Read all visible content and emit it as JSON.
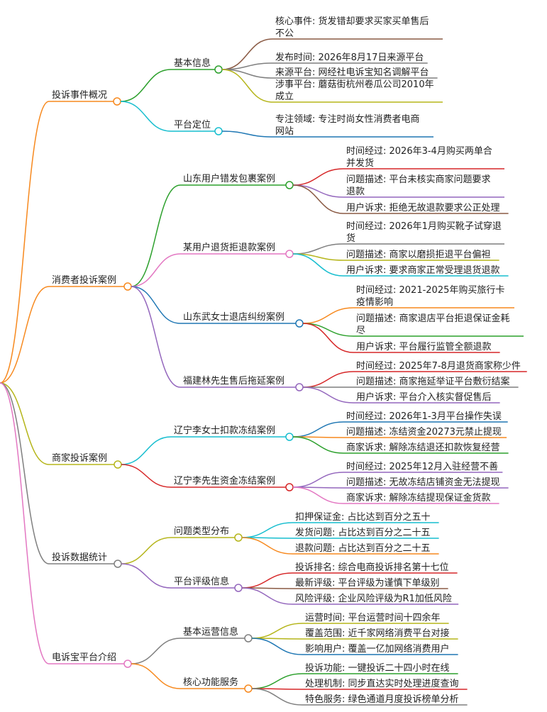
{
  "colors": {
    "orange": "#f7891e",
    "brown": "#8a5a44",
    "green": "#2ca02c",
    "olive": "#b5b51a",
    "purple": "#9467bd",
    "gray": "#7f7f7f",
    "cyan": "#17becf",
    "blue": "#1f77b4",
    "red": "#d62728",
    "pink": "#e377c2"
  },
  "mindmap": {
    "branches": [
      {
        "label": "投诉事件概况",
        "groups": [
          {
            "label": "基本信息",
            "items": [
              "核心事件: 货发错却要求买家买单售后不公",
              "发布时间: 2026年8月17日来源平台",
              "来源平台: 网经社电诉宝知名调解平台",
              "涉事平台: 蘑菇街杭州卷瓜公司2010年成立"
            ]
          },
          {
            "label": "平台定位",
            "items": [
              "专注领域: 专注时尚女性消费者电商网站"
            ]
          }
        ]
      },
      {
        "label": "消费者投诉案例",
        "groups": [
          {
            "label": "山东用户错发包裹案例",
            "items": [
              "时间经过: 2026年3-4月购买两单合并发货",
              "问题描述: 平台未核实商家问题要求退款",
              "用户诉求: 拒绝无故退款要求公正处理"
            ]
          },
          {
            "label": "某用户退货拒退款案例",
            "items": [
              "时间经过: 2026年1月购买靴子试穿退货",
              "问题描述: 商家以磨损拒退平台偏袒",
              "用户诉求: 要求商家正常受理退货退款"
            ]
          },
          {
            "label": "山东武女士退店纠纷案例",
            "items": [
              "时间经过: 2021-2025年购买旅行卡疫情影响",
              "问题描述: 商家退店平台拒退保证金耗尽",
              "用户诉求: 平台履行监管全额退款"
            ]
          },
          {
            "label": "福建林先生售后拖延案例",
            "items": [
              "时间经过: 2025年7-8月退货商家称少件",
              "问题描述: 商家拖延举证平台敷衍结案",
              "用户诉求: 平台介入核实督促售后"
            ]
          }
        ]
      },
      {
        "label": "商家投诉案例",
        "groups": [
          {
            "label": "辽宁李女士扣款冻结案例",
            "items": [
              "时间经过: 2026年1-3月平台操作失误",
              "问题描述: 冻结资金20273元禁止提现",
              "商家诉求: 解除冻结退还扣款恢复经营"
            ]
          },
          {
            "label": "辽宁李先生资金冻结案例",
            "items": [
              "时间经过: 2025年12月入驻经营不善",
              "问题描述: 无故冻结店铺资金无法提现",
              "商家诉求: 解除冻结提现保证金货款"
            ]
          }
        ]
      },
      {
        "label": "投诉数据统计",
        "groups": [
          {
            "label": "问题类型分布",
            "items": [
              "扣押保证金: 占比达到百分之五十",
              "发货问题: 占比达到百分之二十五",
              "退款问题: 占比达到百分之二十五"
            ]
          },
          {
            "label": "平台评级信息",
            "items": [
              "投诉排名: 综合电商投诉排名第十七位",
              "最新评级: 平台评级为谨慎下单级别",
              "风险评级: 企业风险评级为R1加低风险"
            ]
          }
        ]
      },
      {
        "label": "电诉宝平台介绍",
        "groups": [
          {
            "label": "基本运营信息",
            "items": [
              "运营时间: 平台运营时间十四余年",
              "覆盖范围: 近千家网络消费平台对接",
              "影响用户: 覆盖一亿加网络消费用户"
            ]
          },
          {
            "label": "核心功能服务",
            "items": [
              "投诉功能: 一键投诉二十四小时在线",
              "处理机制: 同步直达实时处理进度查询",
              "特色服务: 绿色通道月度投诉榜单分析"
            ]
          }
        ]
      }
    ]
  }
}
